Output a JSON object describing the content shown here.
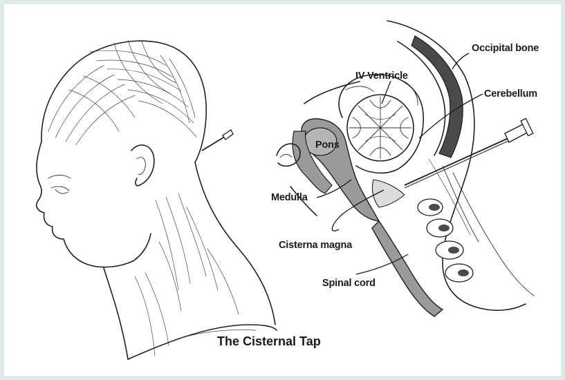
{
  "colors": {
    "background": "#dfe9ea",
    "panel": "#ffffff",
    "ink": "#1e1e1e",
    "tissue": "#9a9a9a",
    "dark_tissue": "#4a4a4a"
  },
  "labels": {
    "occipital_bone": "Occipital bone",
    "iv_ventricle": "IV Ventricle",
    "cerebellum": "Cerebellum",
    "pons": "Pons",
    "medulla": "Medulla",
    "cisterna_magna": "Cisterna magna",
    "spinal_cord": "Spinal cord"
  },
  "caption": "The Cisternal Tap"
}
